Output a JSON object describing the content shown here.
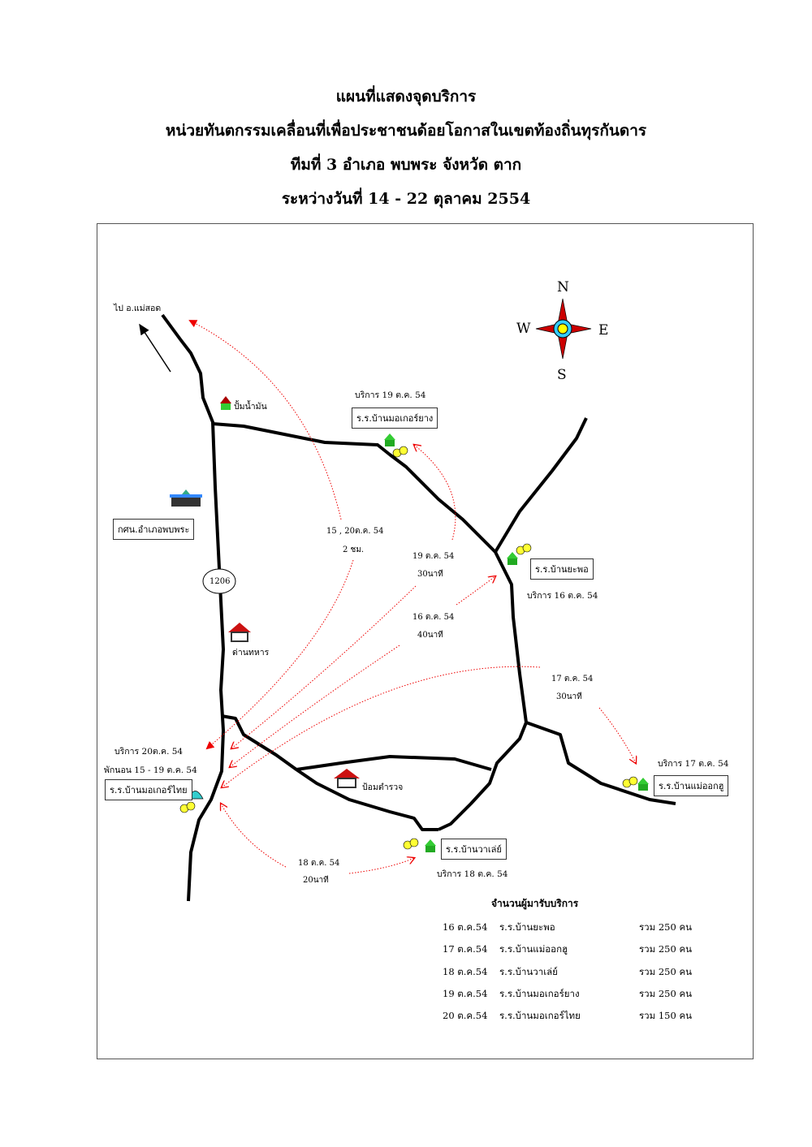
{
  "title": {
    "line1": "แผนที่แสดงจุดบริการ",
    "line2": "หน่วยทันตกรรมเคลื่อนที่เพื่อประชาชนด้อยโอกาสในเขตท้องถิ่นทุรกันดาร",
    "line3": "ทีมที่  3  อำเภอ พบพระ  จังหวัด ตาก",
    "line4": "ระหว่างวันที่ 14 - 22 ตุลาคม 2554"
  },
  "compass": {
    "n": "N",
    "s": "S",
    "e": "E",
    "w": "W"
  },
  "map": {
    "to_maesot": "ไป อ.แม่สอด",
    "gas_station": "ปั้มน้ำมัน",
    "office": "กศน.อำเภอพบพระ",
    "route": "1206",
    "army_post": "ด่านทหาร",
    "police_box": "ป้อมตำรวจ",
    "school_moeryang": {
      "name": "ร.ร.บ้านมอเกอร์ยาง",
      "service": "บริการ 19 ต.ค. 54"
    },
    "school_yapo": {
      "name": "ร.ร.บ้านยะพอ",
      "service": "บริการ 16 ต.ค. 54"
    },
    "school_maeoksu": {
      "name": "ร.ร.บ้านแม่ออกฮู",
      "service": "บริการ 17 ต.ค. 54"
    },
    "school_walae": {
      "name": "ร.ร.บ้านวาเล่ย์",
      "service": "บริการ 18 ต.ค. 54"
    },
    "school_moerthai": {
      "name": "ร.ร.บ้านมอเกอร์ไทย",
      "service": "บริการ 20ต.ค. 54",
      "stay": "พักนอน 15 - 19 ต.ค. 54"
    },
    "trips": [
      {
        "date": "15 , 20ต.ค. 54",
        "time": "2 ชม."
      },
      {
        "date": "19 ต.ค. 54",
        "time": "30นาที"
      },
      {
        "date": "16 ต.ค. 54",
        "time": "40นาที"
      },
      {
        "date": "17 ต.ค. 54",
        "time": "30นาที"
      },
      {
        "date": "18 ต.ค. 54",
        "time": "20นาที"
      }
    ]
  },
  "summary": {
    "heading": "จำนวนผู้มารับบริการ",
    "rows": [
      {
        "date": "16  ต.ค.54",
        "school": "ร.ร.บ้านยะพอ",
        "total": "รวม  250  คน"
      },
      {
        "date": "17  ต.ค.54",
        "school": "ร.ร.บ้านแม่ออกฮู",
        "total": "รวม  250  คน"
      },
      {
        "date": "18  ต.ค.54",
        "school": "ร.ร.บ้านวาเล่ย์",
        "total": "รวม  250  คน"
      },
      {
        "date": "19  ต.ค.54",
        "school": "ร.ร.บ้านมอเกอร์ยาง",
        "total": "รวม  250  คน"
      },
      {
        "date": "20  ต.ค.54",
        "school": "ร.ร.บ้านมอเกอร์ไทย",
        "total": "รวม  150  คน"
      }
    ]
  }
}
